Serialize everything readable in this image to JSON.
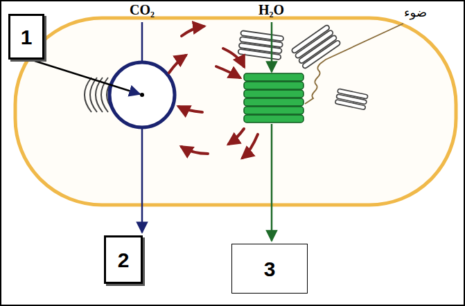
{
  "diagram": {
    "nodes": [
      {
        "text": [
          "1"
        ]
      },
      {
        "text": [
          "2"
        ]
      },
      {
        "text": [
          "3"
        ]
      }
    ],
    "labels": [
      "CO₂",
      "H₂O",
      "ضوء"
    ]
  }
}
